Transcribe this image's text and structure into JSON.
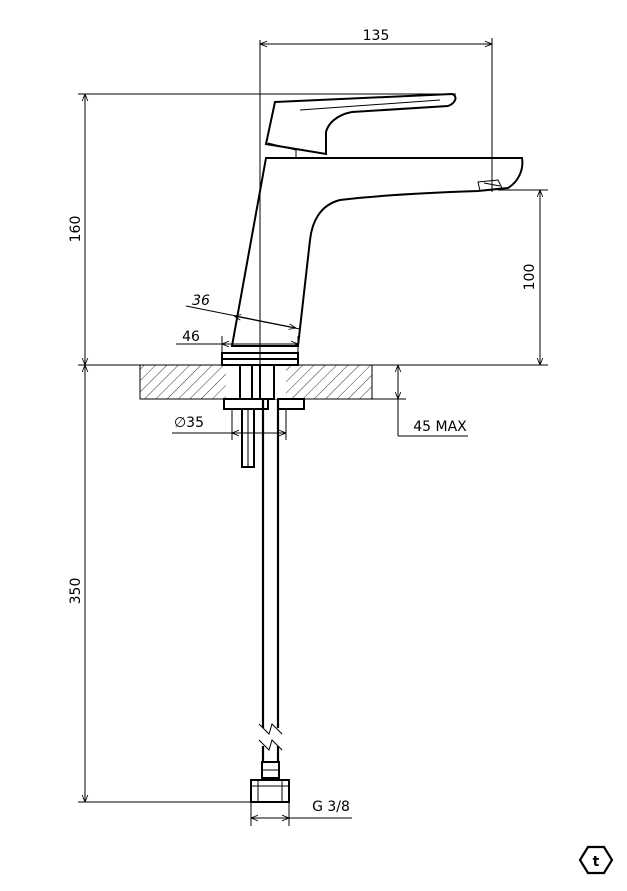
{
  "dimensions": {
    "width_135": "135",
    "height_160": "160",
    "height_100": "100",
    "angle_36": "36",
    "base_46": "46",
    "hole_diameter": "∅35",
    "deck_thickness": "45 MAX",
    "hose_length": "350",
    "connection": "G 3/8"
  },
  "logo": {
    "icon": "brand-logo-icon",
    "letter": "t"
  }
}
